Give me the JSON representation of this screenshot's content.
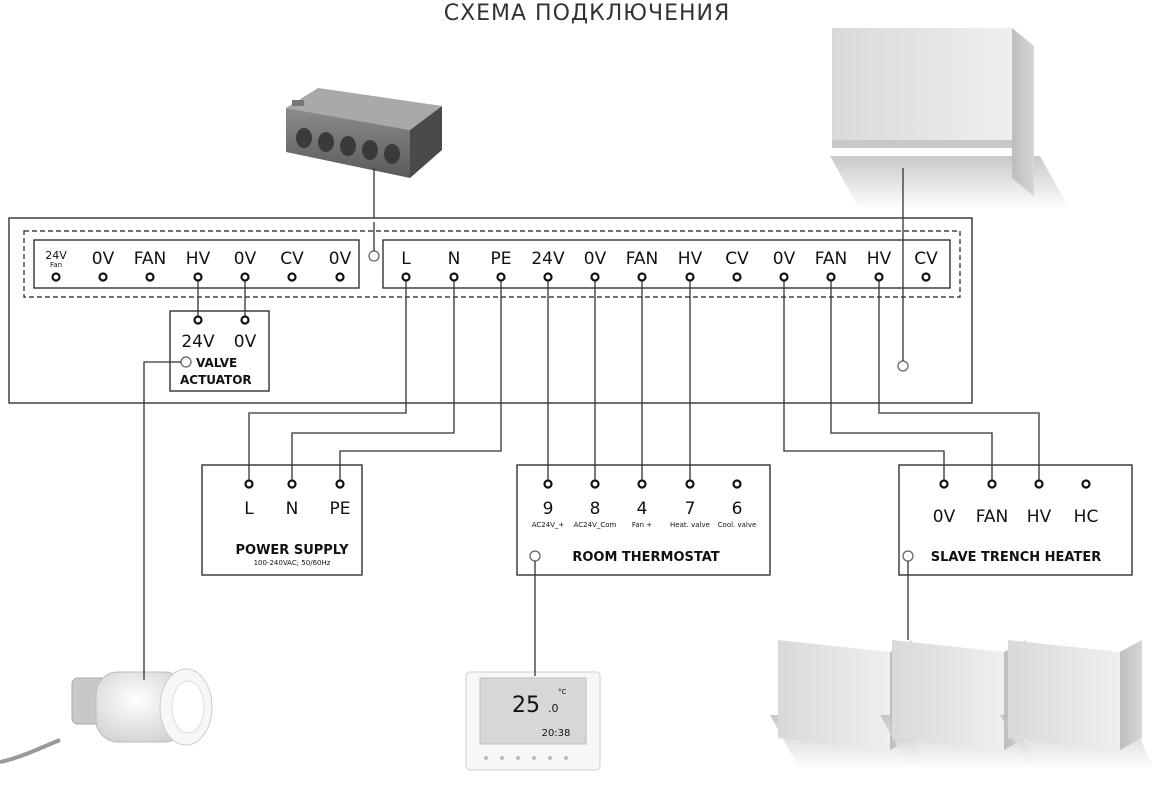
{
  "title": "СХЕМА ПОДКЛЮЧЕНИЯ",
  "controller": {
    "left_block": [
      {
        "label": "24V",
        "sub": "Fan"
      },
      {
        "label": "0V"
      },
      {
        "label": "FAN"
      },
      {
        "label": "HV"
      },
      {
        "label": "0V"
      },
      {
        "label": "CV"
      },
      {
        "label": "0V"
      }
    ],
    "right_block": [
      "L",
      "N",
      "PE",
      "24V",
      "0V",
      "FAN",
      "HV",
      "CV",
      "0V",
      "FAN",
      "HV",
      "CV"
    ]
  },
  "valve_actuator": {
    "terminals": [
      "24V",
      "0V"
    ],
    "label_line1": "VALVE",
    "label_line2": "ACTUATOR"
  },
  "power_supply": {
    "terminals": [
      "L",
      "N",
      "PE"
    ],
    "label": "POWER SUPPLY",
    "sub": "100-240VAC; 50/60Hz"
  },
  "room_thermostat": {
    "terminals": [
      {
        "num": "9",
        "desc": "AC24V_+"
      },
      {
        "num": "8",
        "desc": "AC24V_Com"
      },
      {
        "num": "4",
        "desc": "Fan +"
      },
      {
        "num": "7",
        "desc": "Heat. valve"
      },
      {
        "num": "6",
        "desc": "Cool. valve"
      }
    ],
    "label": "ROOM THERMOSTAT",
    "display": {
      "temp": "25",
      "temp_dec": ".0",
      "unit": "°C",
      "time": "20:38"
    }
  },
  "slave_heater": {
    "terminals": [
      "0V",
      "FAN",
      "HV",
      "HC"
    ],
    "label": "SLAVE TRENCH HEATER"
  }
}
